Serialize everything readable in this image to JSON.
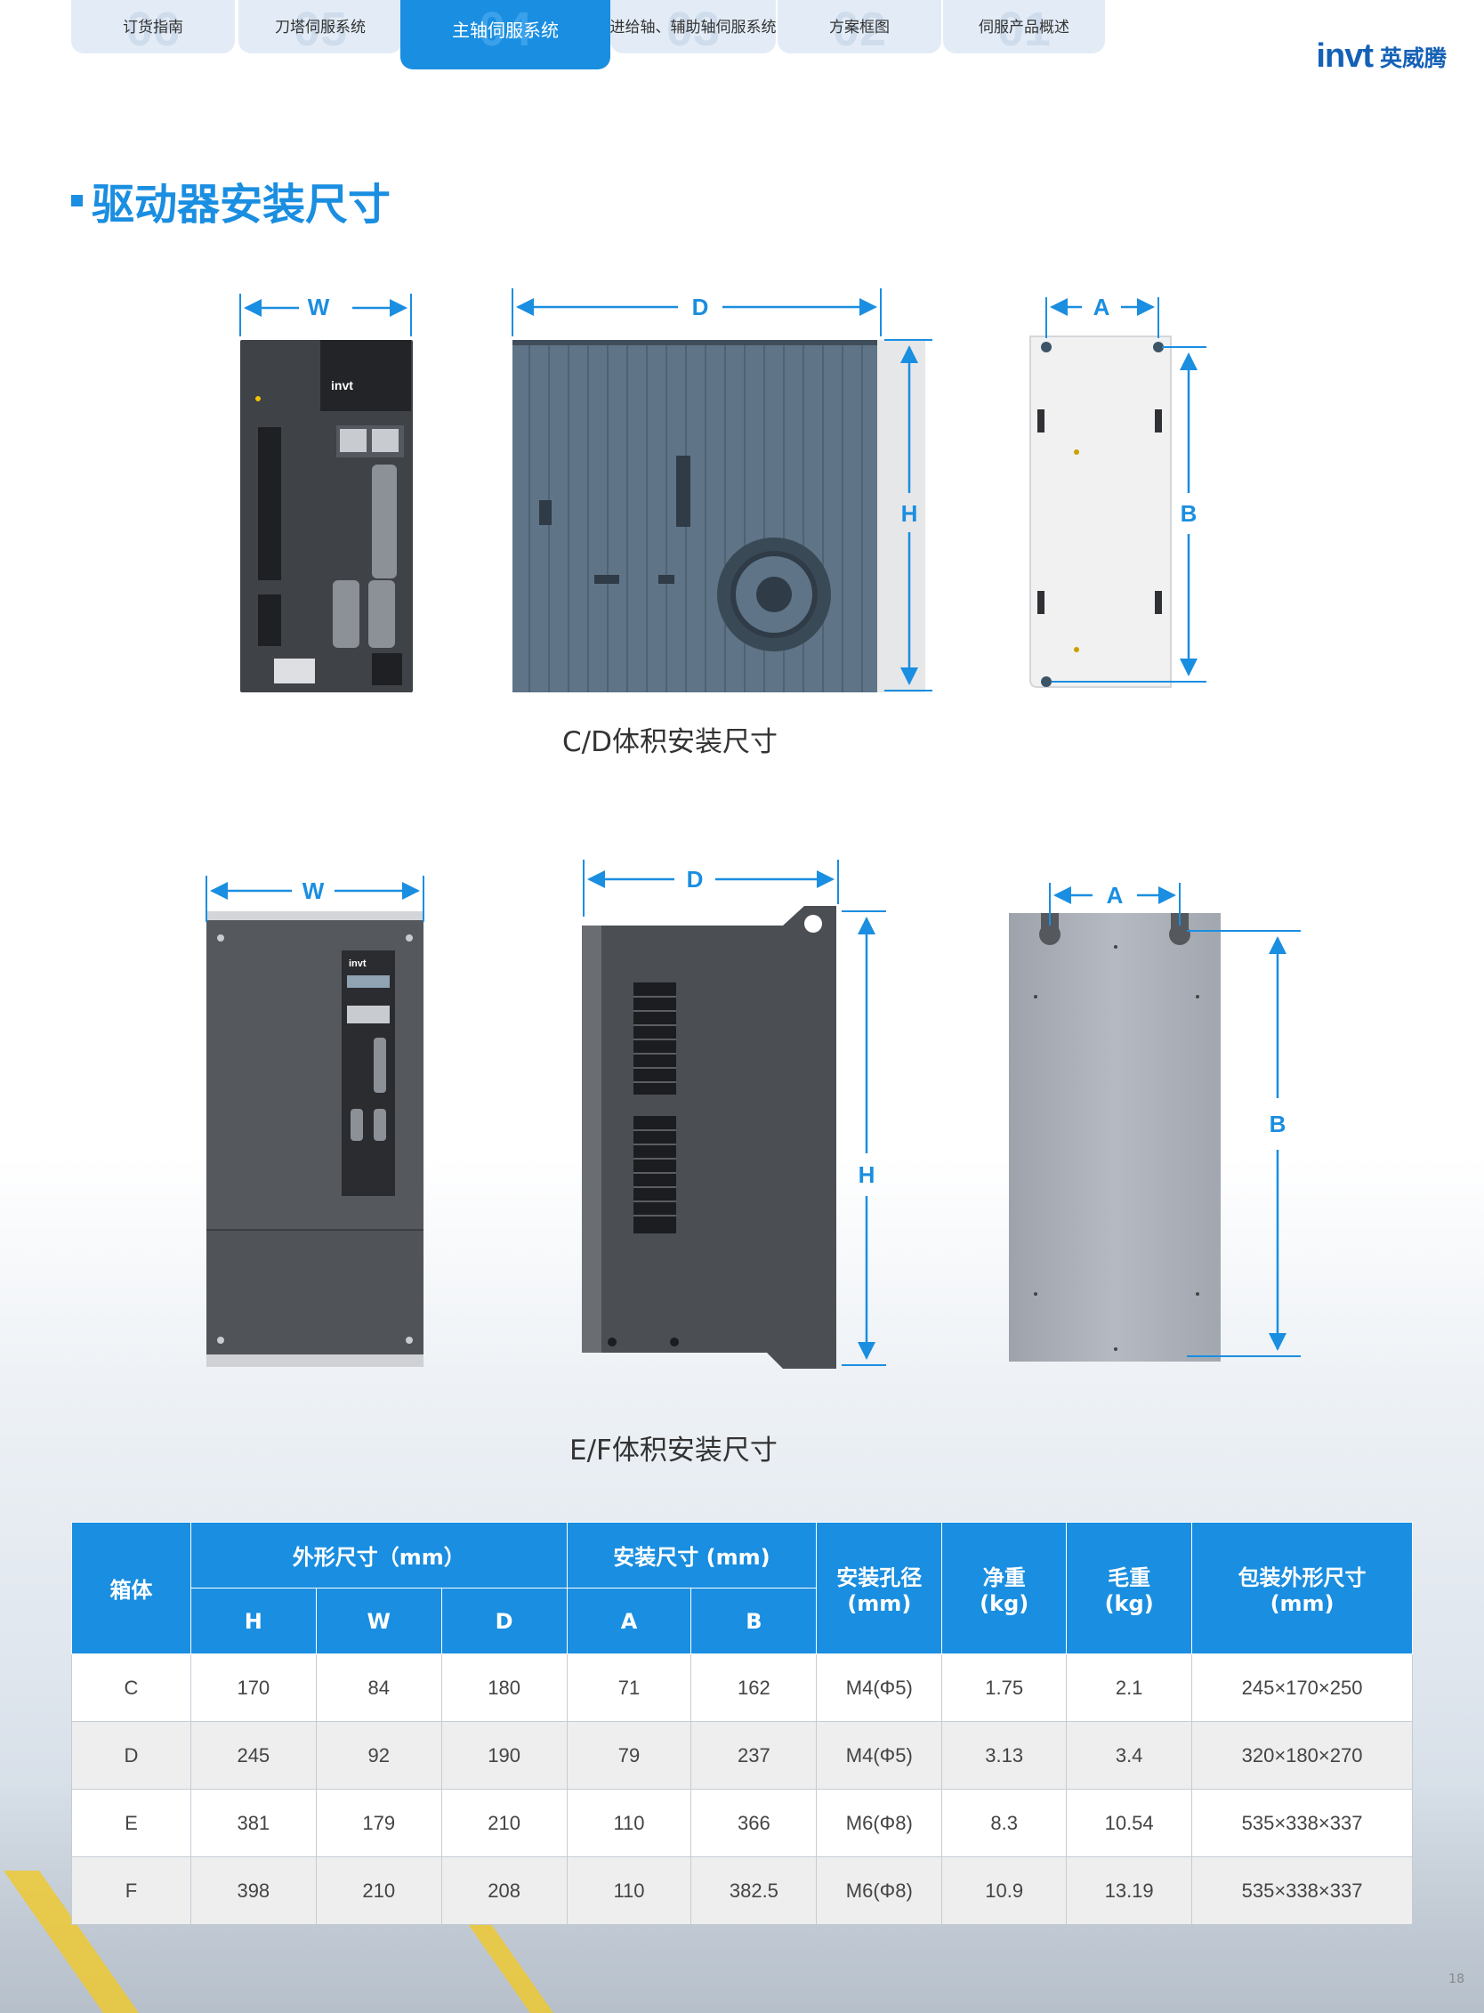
{
  "tabs": [
    {
      "num": "06",
      "label": "订货指南"
    },
    {
      "num": "05",
      "label": "刀塔伺服系统"
    },
    {
      "num": "04",
      "label": "主轴伺服系统"
    },
    {
      "num": "03",
      "label": "进给轴、辅助轴伺服系统"
    },
    {
      "num": "02",
      "label": "方案框图"
    },
    {
      "num": "01",
      "label": "伺服产品概述"
    }
  ],
  "active_tab": "主轴伺服系统",
  "logo": {
    "brand": "invt",
    "brand_cn": "英威腾"
  },
  "section_title": "驱动器安装尺寸",
  "figures": {
    "cd": {
      "caption": "C/D体积安装尺寸",
      "w": "W",
      "d": "D",
      "h": "H",
      "a": "A",
      "b": "B"
    },
    "ef": {
      "caption": "E/F体积安装尺寸",
      "w": "W",
      "d": "D",
      "h": "H",
      "a": "A",
      "b": "B"
    }
  },
  "colors": {
    "accent": "#1a8ee0",
    "drive_body": "#4a4d52",
    "heatsink": "#5d7184",
    "mount_plate": "#ededed"
  },
  "table": {
    "headers": {
      "frame": "箱体",
      "outline": "外形尺寸（mm）",
      "mount": "安装尺寸 (mm)",
      "hole": "安装孔径\n(mm)",
      "net": "净重\n(kg)",
      "gross": "毛重\n(kg)",
      "package": "包装外形尺寸\n(mm)",
      "h": "H",
      "w": "W",
      "d": "D",
      "a": "A",
      "b": "B"
    },
    "rows": [
      {
        "frame": "C",
        "h": "170",
        "w": "84",
        "d": "180",
        "a": "71",
        "b": "162",
        "hole": "M4(Φ5)",
        "net": "1.75",
        "gross": "2.1",
        "package": "245×170×250"
      },
      {
        "frame": "D",
        "h": "245",
        "w": "92",
        "d": "190",
        "a": "79",
        "b": "237",
        "hole": "M4(Φ5)",
        "net": "3.13",
        "gross": "3.4",
        "package": "320×180×270"
      },
      {
        "frame": "E",
        "h": "381",
        "w": "179",
        "d": "210",
        "a": "110",
        "b": "366",
        "hole": "M6(Φ8)",
        "net": "8.3",
        "gross": "10.54",
        "package": "535×338×337"
      },
      {
        "frame": "F",
        "h": "398",
        "w": "210",
        "d": "208",
        "a": "110",
        "b": "382.5",
        "hole": "M6(Φ8)",
        "net": "10.9",
        "gross": "13.19",
        "package": "535×338×337"
      }
    ]
  },
  "page_number": "18"
}
